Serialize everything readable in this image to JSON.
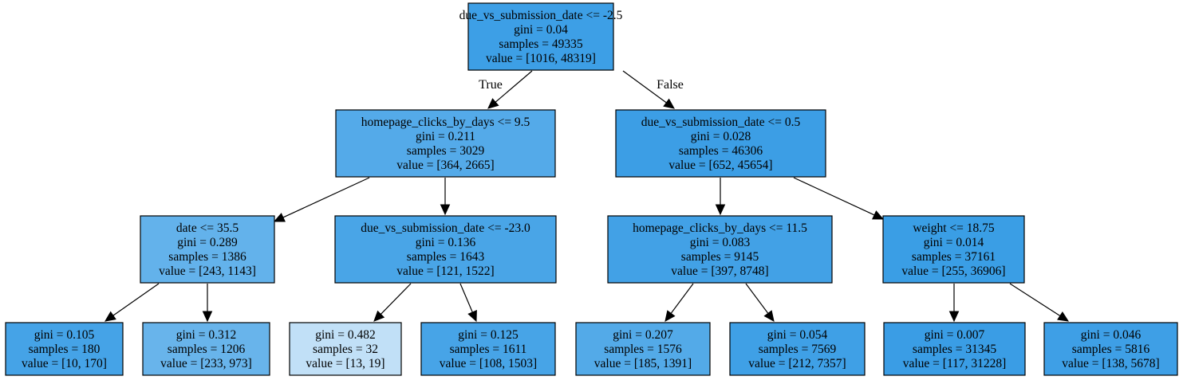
{
  "nodes": [
    {
      "id": "n0",
      "lines": [
        "due_vs_submission_date <= -2.5",
        "gini = 0.04",
        "samples = 49335",
        "value = [1016, 48319]"
      ],
      "fill": "#3d9fe6"
    },
    {
      "id": "n1",
      "lines": [
        "homepage_clicks_by_days <= 9.5",
        "gini = 0.211",
        "samples = 3029",
        "value = [364, 2665]"
      ],
      "fill": "#54aae9"
    },
    {
      "id": "n2",
      "lines": [
        "due_vs_submission_date <= 0.5",
        "gini = 0.028",
        "samples = 46306",
        "value = [652, 45654]"
      ],
      "fill": "#3c9ee5"
    },
    {
      "id": "n3",
      "lines": [
        "date <= 35.5",
        "gini = 0.289",
        "samples = 1386",
        "value = [243, 1143]"
      ],
      "fill": "#63b2eb"
    },
    {
      "id": "n4",
      "lines": [
        "due_vs_submission_date <= -23.0",
        "gini = 0.136",
        "samples = 1643",
        "value = [121, 1522]"
      ],
      "fill": "#49a5e7"
    },
    {
      "id": "n5",
      "lines": [
        "homepage_clicks_by_days <= 11.5",
        "gini = 0.083",
        "samples = 9145",
        "value = [397, 8748]"
      ],
      "fill": "#42a1e6"
    },
    {
      "id": "n6",
      "lines": [
        "weight <= 18.75",
        "gini = 0.014",
        "samples = 37161",
        "value = [255, 36906]"
      ],
      "fill": "#3a9ee5"
    },
    {
      "id": "n7",
      "lines": [
        "gini = 0.105",
        "samples = 180",
        "value = [10, 170]"
      ],
      "fill": "#45a3e7"
    },
    {
      "id": "n8",
      "lines": [
        "gini = 0.312",
        "samples = 1206",
        "value = [233, 973]"
      ],
      "fill": "#68b4eb"
    },
    {
      "id": "n9",
      "lines": [
        "gini = 0.482",
        "samples = 32",
        "value = [13, 19]"
      ],
      "fill": "#c1e0f7"
    },
    {
      "id": "n10",
      "lines": [
        "gini = 0.125",
        "samples = 1611",
        "value = [108, 1503]"
      ],
      "fill": "#47a4e7"
    },
    {
      "id": "n11",
      "lines": [
        "gini = 0.207",
        "samples = 1576",
        "value = [185, 1391]"
      ],
      "fill": "#53aae8"
    },
    {
      "id": "n12",
      "lines": [
        "gini = 0.054",
        "samples = 7569",
        "value = [212, 7357]"
      ],
      "fill": "#3fa0e6"
    },
    {
      "id": "n13",
      "lines": [
        "gini = 0.007",
        "samples = 31345",
        "value = [117, 31228]"
      ],
      "fill": "#3a9de5"
    },
    {
      "id": "n14",
      "lines": [
        "gini = 0.046",
        "samples = 5816",
        "value = [138, 5678]"
      ],
      "fill": "#3e9fe6"
    }
  ],
  "edge_labels": {
    "true_label": "True",
    "false_label": "False"
  }
}
